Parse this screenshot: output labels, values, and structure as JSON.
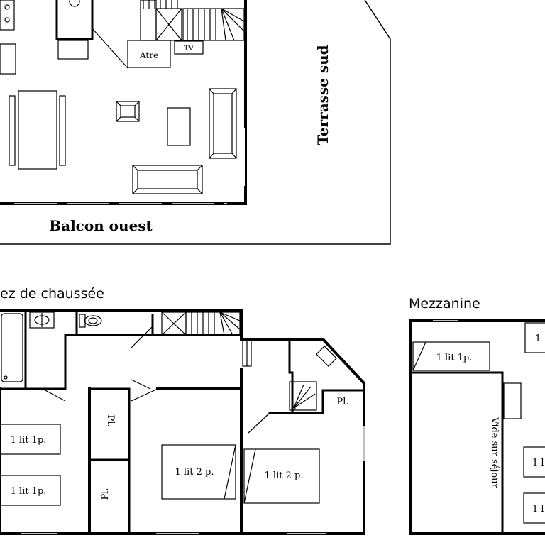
{
  "upper_floor": {
    "labels": {
      "atre": "Atre",
      "tv": "TV",
      "terrace": "Terrasse sud",
      "balcony": "Balcon ouest"
    }
  },
  "ground_floor": {
    "title": "ez de chaussée",
    "labels": {
      "bed_1": "1 lit 1p.",
      "bed_2": "1 lit 1p.",
      "closet_1": "Pl.",
      "closet_2": "Pl.",
      "bed_double_1": "1 lit 2 p.",
      "bed_double_2": "1 lit 2 p.",
      "closet_3": "Pl."
    }
  },
  "mezzanine": {
    "title": "Mezzanine",
    "labels": {
      "bed_1": "1 lit 1p.",
      "void": "Vide sur séjour",
      "cut_top": "1",
      "cut_mid": "1 l",
      "cut_bottom": "1 l"
    }
  }
}
